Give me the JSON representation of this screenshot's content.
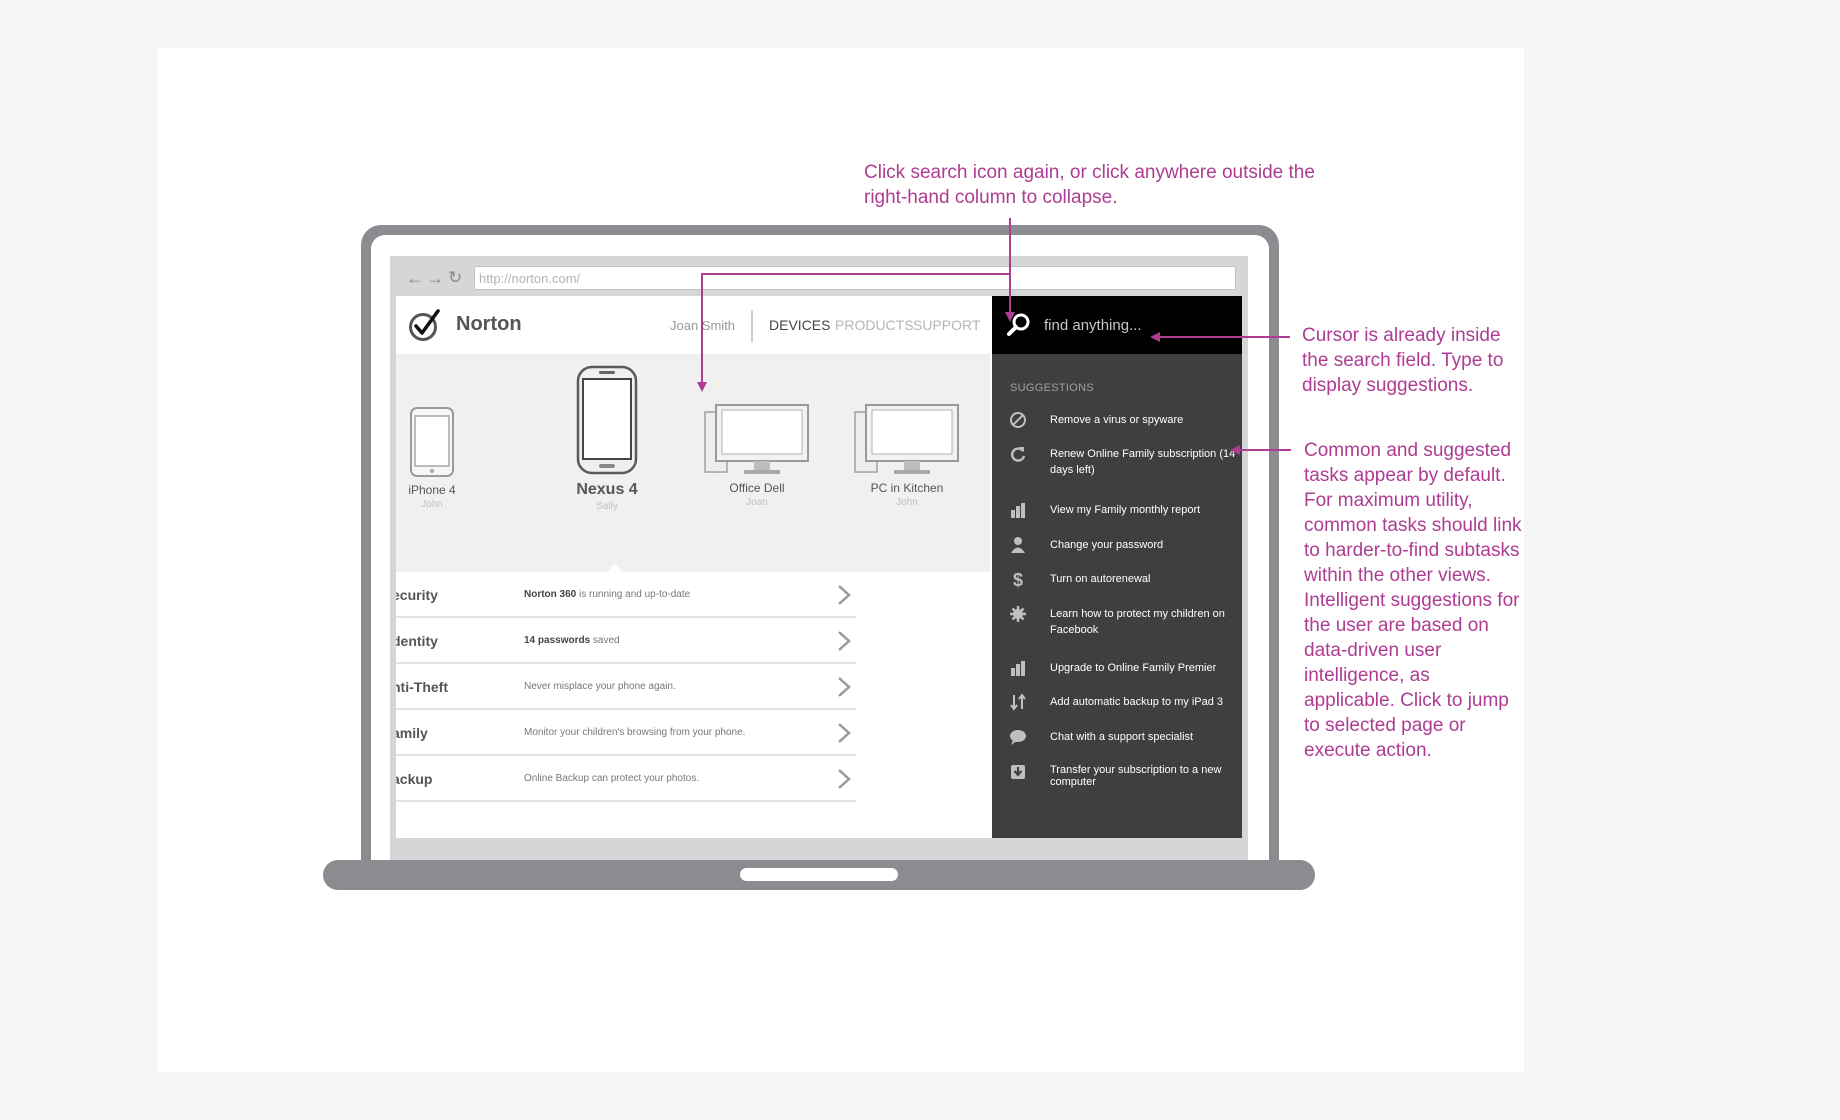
{
  "browser": {
    "url": "http://norton.com/",
    "back_icon": "arrow-left-icon",
    "forward_icon": "arrow-right-icon",
    "reload_icon": "reload-icon"
  },
  "app": {
    "logo_text": "Norton",
    "user_name": "Joan Smith",
    "nav": [
      {
        "label": "DEVICES"
      },
      {
        "label": "PRODUCTS"
      },
      {
        "label": "SUPPORT"
      }
    ]
  },
  "devices": [
    {
      "name": "iPhone 4",
      "owner": "John"
    },
    {
      "name": "Nexus 4",
      "owner": "Sally"
    },
    {
      "name": "Office Dell",
      "owner": "Joan"
    },
    {
      "name": "PC in Kitchen",
      "owner": "John"
    }
  ],
  "features": [
    {
      "name": "ecurity",
      "desc_bold": "Norton 360",
      "desc": " is running and up-to-date"
    },
    {
      "name": "dentity",
      "desc_bold": "14 passwords",
      "desc": " saved"
    },
    {
      "name": "nti-Theft",
      "desc_bold": "",
      "desc": "Never misplace your phone again."
    },
    {
      "name": "amily",
      "desc_bold": "",
      "desc": "Monitor your children's browsing from your phone."
    },
    {
      "name": "ackup",
      "desc_bold": "",
      "desc": "Online Backup can protect your photos."
    }
  ],
  "search": {
    "placeholder": "find anything...",
    "icon": "search-icon"
  },
  "suggestions": {
    "heading": "SUGGESTIONS",
    "items": [
      {
        "label": "Remove a virus or spyware",
        "icon": "no-entry-icon"
      },
      {
        "label": "Renew Online Family subscription (14 days left)",
        "icon": "refresh-icon"
      },
      {
        "label": "View my Family monthly report",
        "icon": "bar-chart-icon"
      },
      {
        "label": "Change your password",
        "icon": "user-icon"
      },
      {
        "label": "Turn on autorenewal",
        "icon": "dollar-icon"
      },
      {
        "label": "Learn how to protect my children on Facebook",
        "icon": "gear-icon"
      },
      {
        "label": "Upgrade to Online Family Premier",
        "icon": "bar-chart-icon"
      },
      {
        "label": "Add automatic backup to my iPad 3",
        "icon": "sync-arrows-icon"
      },
      {
        "label": "Chat with a support specialist",
        "icon": "chat-bubble-icon"
      },
      {
        "label": "Transfer your subscription to a new computer",
        "icon": "download-box-icon"
      }
    ]
  },
  "annotations": {
    "collapse_note": "Click search icon again, or click anywhere outside the right-hand column to collapse.",
    "cursor_note": "Cursor is already inside the search field. Type to display suggestions.",
    "tasks_note": "Common and suggested tasks appear by default. For maximum utility, common tasks should link to harder-to-find subtasks within the other views. Intelligent suggestions for the user are based on data-driven user intelligence, as applicable. Click to jump to selected page or execute action."
  },
  "colors": {
    "annotation": "#ad3c92",
    "panel_bg": "#3f3f41",
    "search_bg": "#000000",
    "laptop_frame": "#8b8c8f"
  }
}
